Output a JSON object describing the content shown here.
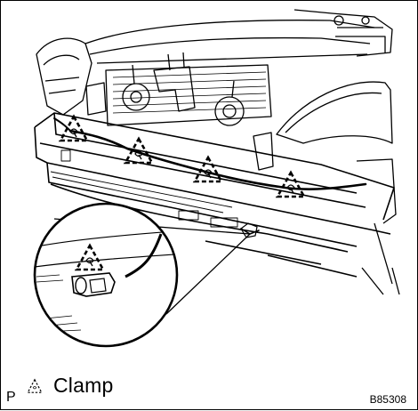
{
  "legend": {
    "label": "Clamp",
    "symbol_name": "clamp-symbol-icon"
  },
  "corner_mark": "P",
  "figure_code": "B85308"
}
